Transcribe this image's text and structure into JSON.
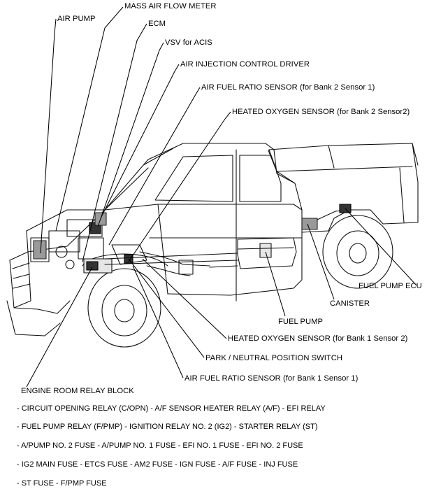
{
  "labels": {
    "air_pump": "AIR PUMP",
    "mass_air_flow_meter": "MASS AIR FLOW METER",
    "ecm": "ECM",
    "vsv_for_acis": "VSV for ACIS",
    "air_injection_control_driver": "AIR INJECTION CONTROL DRIVER",
    "air_fuel_ratio_sensor_bank2": "AIR FUEL RATIO SENSOR (for Bank 2 Sensor 1)",
    "heated_oxygen_sensor_bank2": "HEATED OXYGEN SENSOR (for Bank 2 Sensor2)",
    "fuel_pump_ecu": "FUEL PUMP ECU",
    "canister": "CANISTER",
    "fuel_pump": "FUEL PUMP",
    "heated_oxygen_sensor_bank1": "HEATED OXYGEN SENSOR (for Bank 1 Sensor 2)",
    "park_neutral_position_switch": "PARK / NEUTRAL POSITION SWITCH",
    "air_fuel_ratio_sensor_bank1": "AIR FUEL RATIO SENSOR (for Bank 1 Sensor 1)",
    "engine_room_relay_block": "ENGINE ROOM RELAY BLOCK"
  },
  "relay_block_items": [
    "- CIRCUIT OPENING RELAY (C/OPN)   - A/F SENSOR HEATER RELAY (A/F)   - EFI RELAY",
    "- FUEL PUMP RELAY (F/PMP)   - IGNITION RELAY NO. 2 (IG2)   - STARTER RELAY (ST)",
    "- A/PUMP NO. 2 FUSE   - A/PUMP NO. 1 FUSE   - EFI NO. 1 FUSE   - EFI NO. 2 FUSE",
    "- IG2 MAIN FUSE   - ETCS FUSE   - AM2 FUSE   - IGN FUSE   - A/F FUSE   - INJ FUSE",
    "- ST FUSE   - F/PMP FUSE"
  ]
}
